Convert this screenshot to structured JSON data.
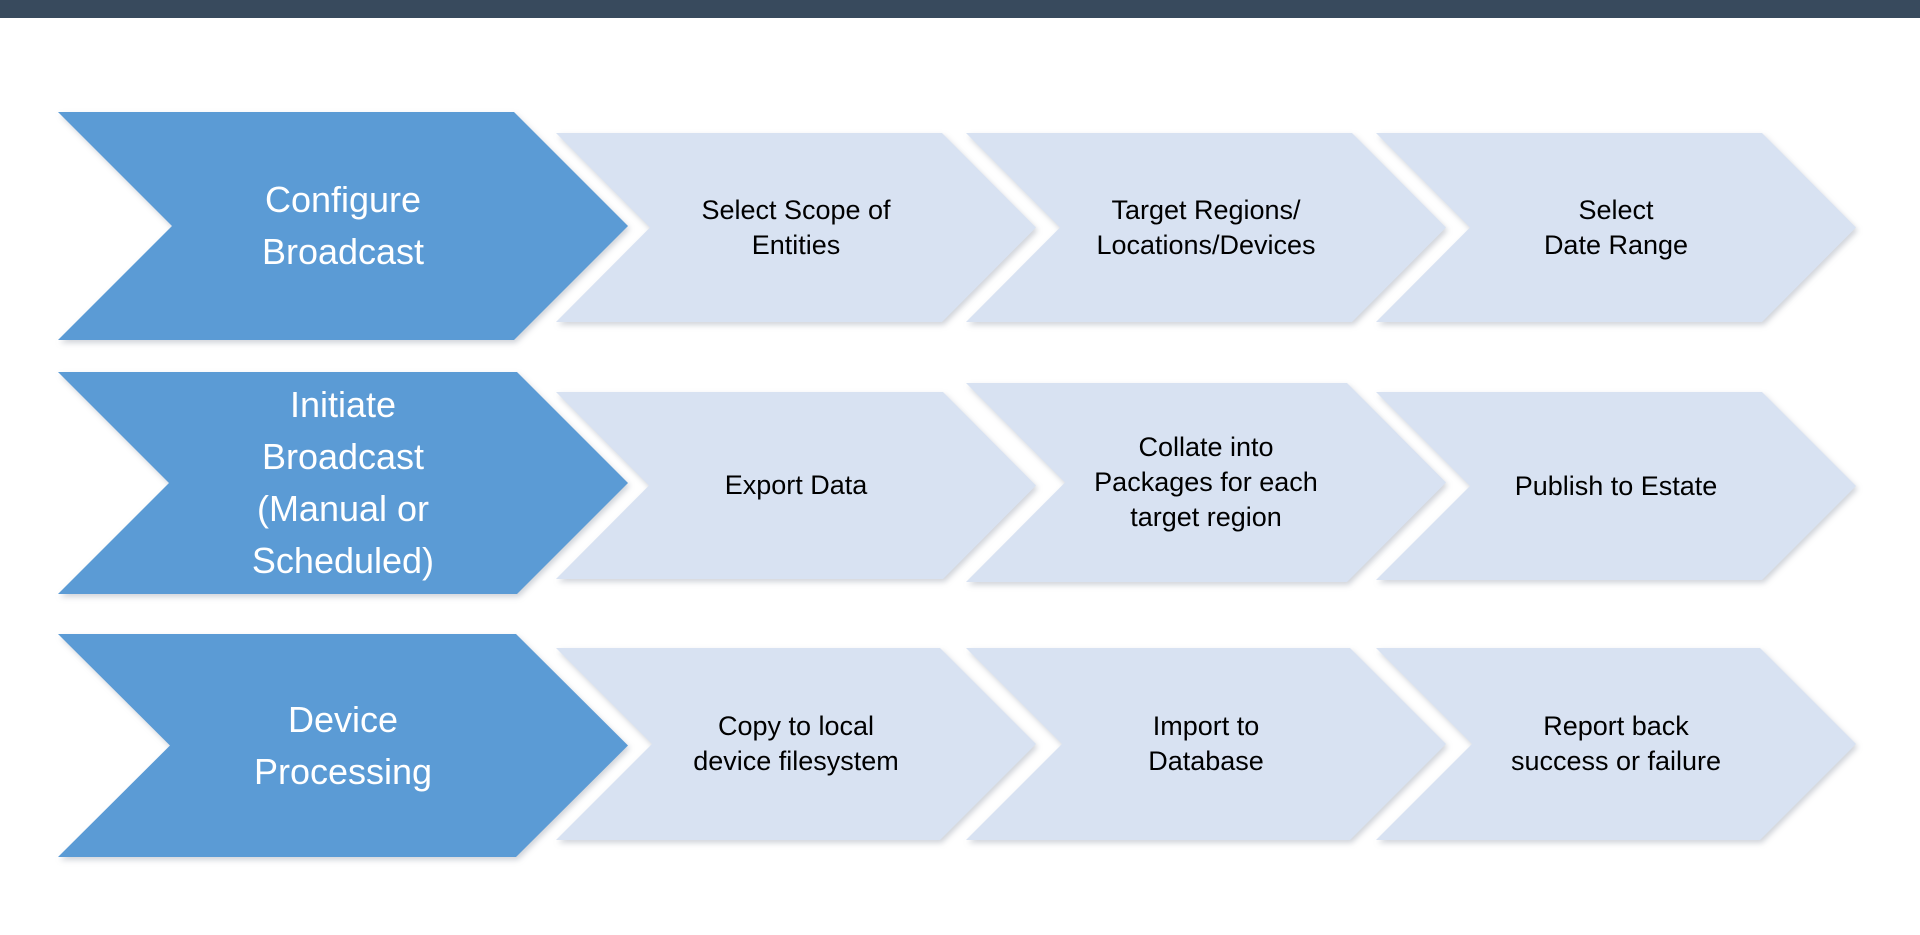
{
  "page": {
    "background": "#ffffff"
  },
  "top_bar": {
    "color": "#384A5D"
  },
  "colors": {
    "leader_fill": "#5B9BD5",
    "step_fill": "#D8E2F2",
    "leader_text": "#FFFFFF",
    "step_text": "#000000",
    "top_bar": "#384A5D"
  },
  "diagram": {
    "type": "process-flow-chevrons",
    "rows": [
      {
        "leader": {
          "label": "Configure Broadcast",
          "lines": [
            "Configure",
            "Broadcast"
          ]
        },
        "steps": [
          {
            "label": "Select Scope of Entities",
            "lines": [
              "Select Scope of",
              "Entities"
            ]
          },
          {
            "label": "Target Regions/Locations/Devices",
            "lines": [
              "Target Regions/",
              "Locations/Devices"
            ]
          },
          {
            "label": "Select Date Range",
            "lines": [
              "Select",
              "Date Range"
            ]
          }
        ]
      },
      {
        "leader": {
          "label": "Initiate Broadcast (Manual or Scheduled)",
          "lines": [
            "Initiate",
            "Broadcast",
            "(Manual or",
            "Scheduled)"
          ]
        },
        "steps": [
          {
            "label": "Export Data",
            "lines": [
              "Export Data"
            ]
          },
          {
            "label": "Collate into Packages for each target region",
            "lines": [
              "Collate into",
              "Packages for each",
              "target region"
            ]
          },
          {
            "label": "Publish to Estate",
            "lines": [
              "Publish to Estate"
            ]
          }
        ]
      },
      {
        "leader": {
          "label": "Device Processing",
          "lines": [
            "Device",
            "Processing"
          ]
        },
        "steps": [
          {
            "label": "Copy to local device filesystem",
            "lines": [
              "Copy to local",
              "device filesystem"
            ]
          },
          {
            "label": "Import to Database",
            "lines": [
              "Import to",
              "Database"
            ]
          },
          {
            "label": "Report back success or failure",
            "lines": [
              "Report back",
              "success or failure"
            ]
          }
        ]
      }
    ]
  }
}
